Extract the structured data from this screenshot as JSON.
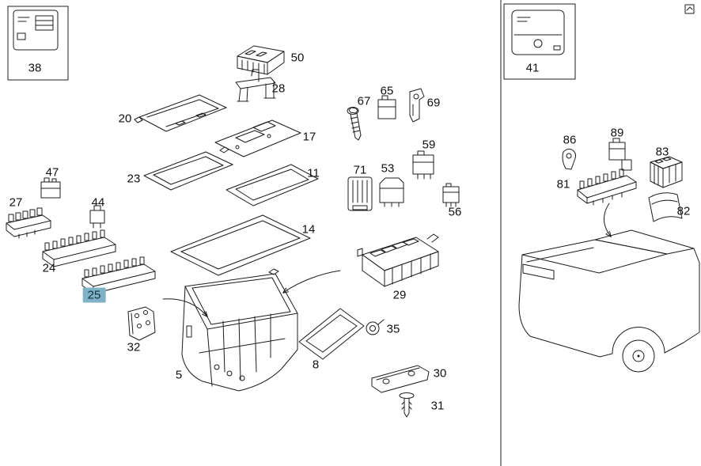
{
  "meta": {
    "background": "#ffffff",
    "line_color": "#1c1c1c",
    "highlight_color": "#7fb2c6"
  },
  "corner_icon": {
    "name": "page-note-icon"
  },
  "callouts": [
    {
      "label": "38",
      "highlighted": false
    },
    {
      "label": "41",
      "highlighted": false
    },
    {
      "label": "50",
      "highlighted": false
    },
    {
      "label": "28",
      "highlighted": false
    },
    {
      "label": "20",
      "highlighted": false
    },
    {
      "label": "17",
      "highlighted": false
    },
    {
      "label": "23",
      "highlighted": false
    },
    {
      "label": "11",
      "highlighted": false
    },
    {
      "label": "14",
      "highlighted": false
    },
    {
      "label": "47",
      "highlighted": false
    },
    {
      "label": "27",
      "highlighted": false
    },
    {
      "label": "44",
      "highlighted": false
    },
    {
      "label": "24",
      "highlighted": false
    },
    {
      "label": "25",
      "highlighted": true
    },
    {
      "label": "32",
      "highlighted": false
    },
    {
      "label": "5",
      "highlighted": false
    },
    {
      "label": "8",
      "highlighted": false
    },
    {
      "label": "35",
      "highlighted": false
    },
    {
      "label": "29",
      "highlighted": false
    },
    {
      "label": "30",
      "highlighted": false
    },
    {
      "label": "31",
      "highlighted": false
    },
    {
      "label": "67",
      "highlighted": false
    },
    {
      "label": "65",
      "highlighted": false
    },
    {
      "label": "69",
      "highlighted": false
    },
    {
      "label": "59",
      "highlighted": false
    },
    {
      "label": "71",
      "highlighted": false
    },
    {
      "label": "53",
      "highlighted": false
    },
    {
      "label": "56",
      "highlighted": false
    },
    {
      "label": "86",
      "highlighted": false
    },
    {
      "label": "89",
      "highlighted": false
    },
    {
      "label": "81",
      "highlighted": false
    },
    {
      "label": "83",
      "highlighted": false
    },
    {
      "label": "82",
      "highlighted": false
    }
  ]
}
